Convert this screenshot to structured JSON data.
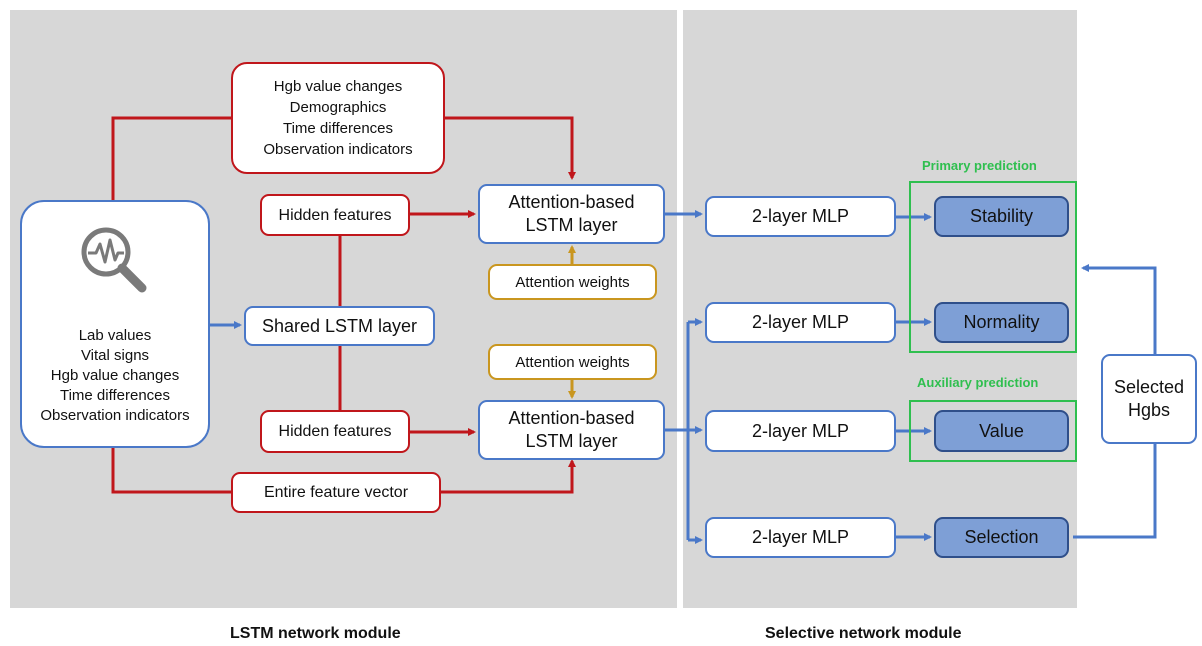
{
  "colors": {
    "panel": "#d7d7d7",
    "red": "#c0161b",
    "blue": "#4a78c8",
    "gold": "#c9961f",
    "green": "#2fbf4f",
    "output_fill": "#7e9fd6"
  },
  "input": {
    "icon": "magnifier-signal-icon",
    "lines": [
      "Lab values",
      "Vital signs",
      "Hgb value changes",
      "Time differences",
      "Observation indicators"
    ]
  },
  "top_features": {
    "lines": [
      "Hgb value changes",
      "Demographics",
      "Time differences",
      "Observation indicators"
    ]
  },
  "hidden_top": "Hidden features",
  "hidden_bottom": "Hidden features",
  "shared_lstm": "Shared LSTM layer",
  "entire_vector": "Entire feature vector",
  "attn_lstm_top": {
    "line1": "Attention-based",
    "line2": "LSTM layer"
  },
  "attn_lstm_bottom": {
    "line1": "Attention-based",
    "line2": "LSTM layer"
  },
  "attn_weights_top": "Attention weights",
  "attn_weights_bottom": "Attention weights",
  "mlp": [
    "2-layer MLP",
    "2-layer MLP",
    "2-layer MLP",
    "2-layer MLP"
  ],
  "outputs": {
    "stability": "Stability",
    "normality": "Normality",
    "value": "Value",
    "selection": "Selection"
  },
  "primary_label": "Primary prediction",
  "auxiliary_label": "Auxiliary prediction",
  "selected_hgbs": {
    "line1": "Selected",
    "line2": "Hgbs"
  },
  "module_labels": {
    "lstm": "LSTM network module",
    "selective": "Selective network module"
  }
}
